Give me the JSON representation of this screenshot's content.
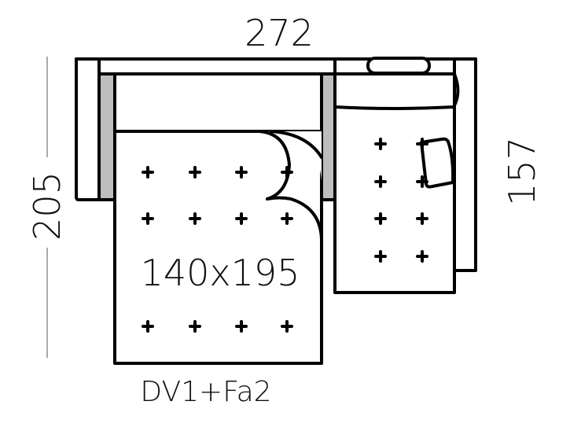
{
  "dimensions": {
    "width": "272",
    "depth": "205",
    "chaise_depth": "157"
  },
  "bed_size": "140x195",
  "model_code": "DV1+Fa2",
  "colors": {
    "line": "#000000",
    "armrest_fill": "#bdbdbd"
  }
}
